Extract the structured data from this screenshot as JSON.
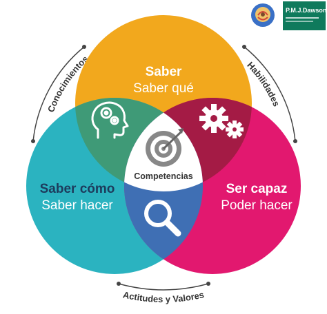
{
  "circles": {
    "top": {
      "title": "Saber",
      "subtitle": "Saber qué",
      "color": "#f2a81d"
    },
    "left": {
      "title": "Saber cómo",
      "subtitle": "Saber hacer",
      "color": "#2bb3c0"
    },
    "right": {
      "title": "Ser capaz",
      "subtitle": "Poder hacer",
      "color": "#e2186f"
    }
  },
  "overlaps": {
    "top_left": {
      "color": "#3f9a77",
      "icon": "head-gears-icon"
    },
    "top_right": {
      "color": "#a41b45",
      "icon": "gears-icon"
    },
    "left_right": {
      "color": "#3f6fb4",
      "icon": "magnifier-icon"
    }
  },
  "center": {
    "label": "Competencias",
    "icon": "target-icon",
    "color": "#ffffff"
  },
  "arcs": {
    "left": "Conocimientos",
    "right": "Habilidades",
    "bottom": "Actitudes y Valores"
  },
  "brand": {
    "tag": "P.M.J.Dawson"
  }
}
